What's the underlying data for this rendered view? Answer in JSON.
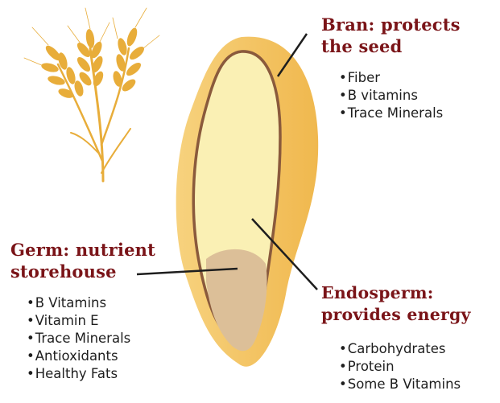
{
  "bran": {
    "title_line1": "Bran: protects",
    "title_line2": "the seed",
    "nutrients": [
      "Fiber",
      "B vitamins",
      "Trace Minerals"
    ]
  },
  "germ": {
    "title_line1": "Germ: nutrient",
    "title_line2": "storehouse",
    "nutrients": [
      "B Vitamins",
      "Vitamin E",
      "Trace Minerals",
      "Antioxidants",
      "Healthy Fats"
    ]
  },
  "endosperm": {
    "title_line1": "Endosperm:",
    "title_line2": "provides energy",
    "nutrients": [
      "Carbohydrates",
      "Protein",
      "Some B Vitamins"
    ]
  },
  "colors": {
    "heading": "#7a1418",
    "text": "#1e1e1e",
    "bran": "#f5c76a",
    "endosperm": "#faf0b4",
    "germ": "#dcbf98",
    "outline": "#8a5a3c",
    "wheat": "#e8ad3a"
  },
  "icons": [
    "wheat-stalk-icon"
  ]
}
